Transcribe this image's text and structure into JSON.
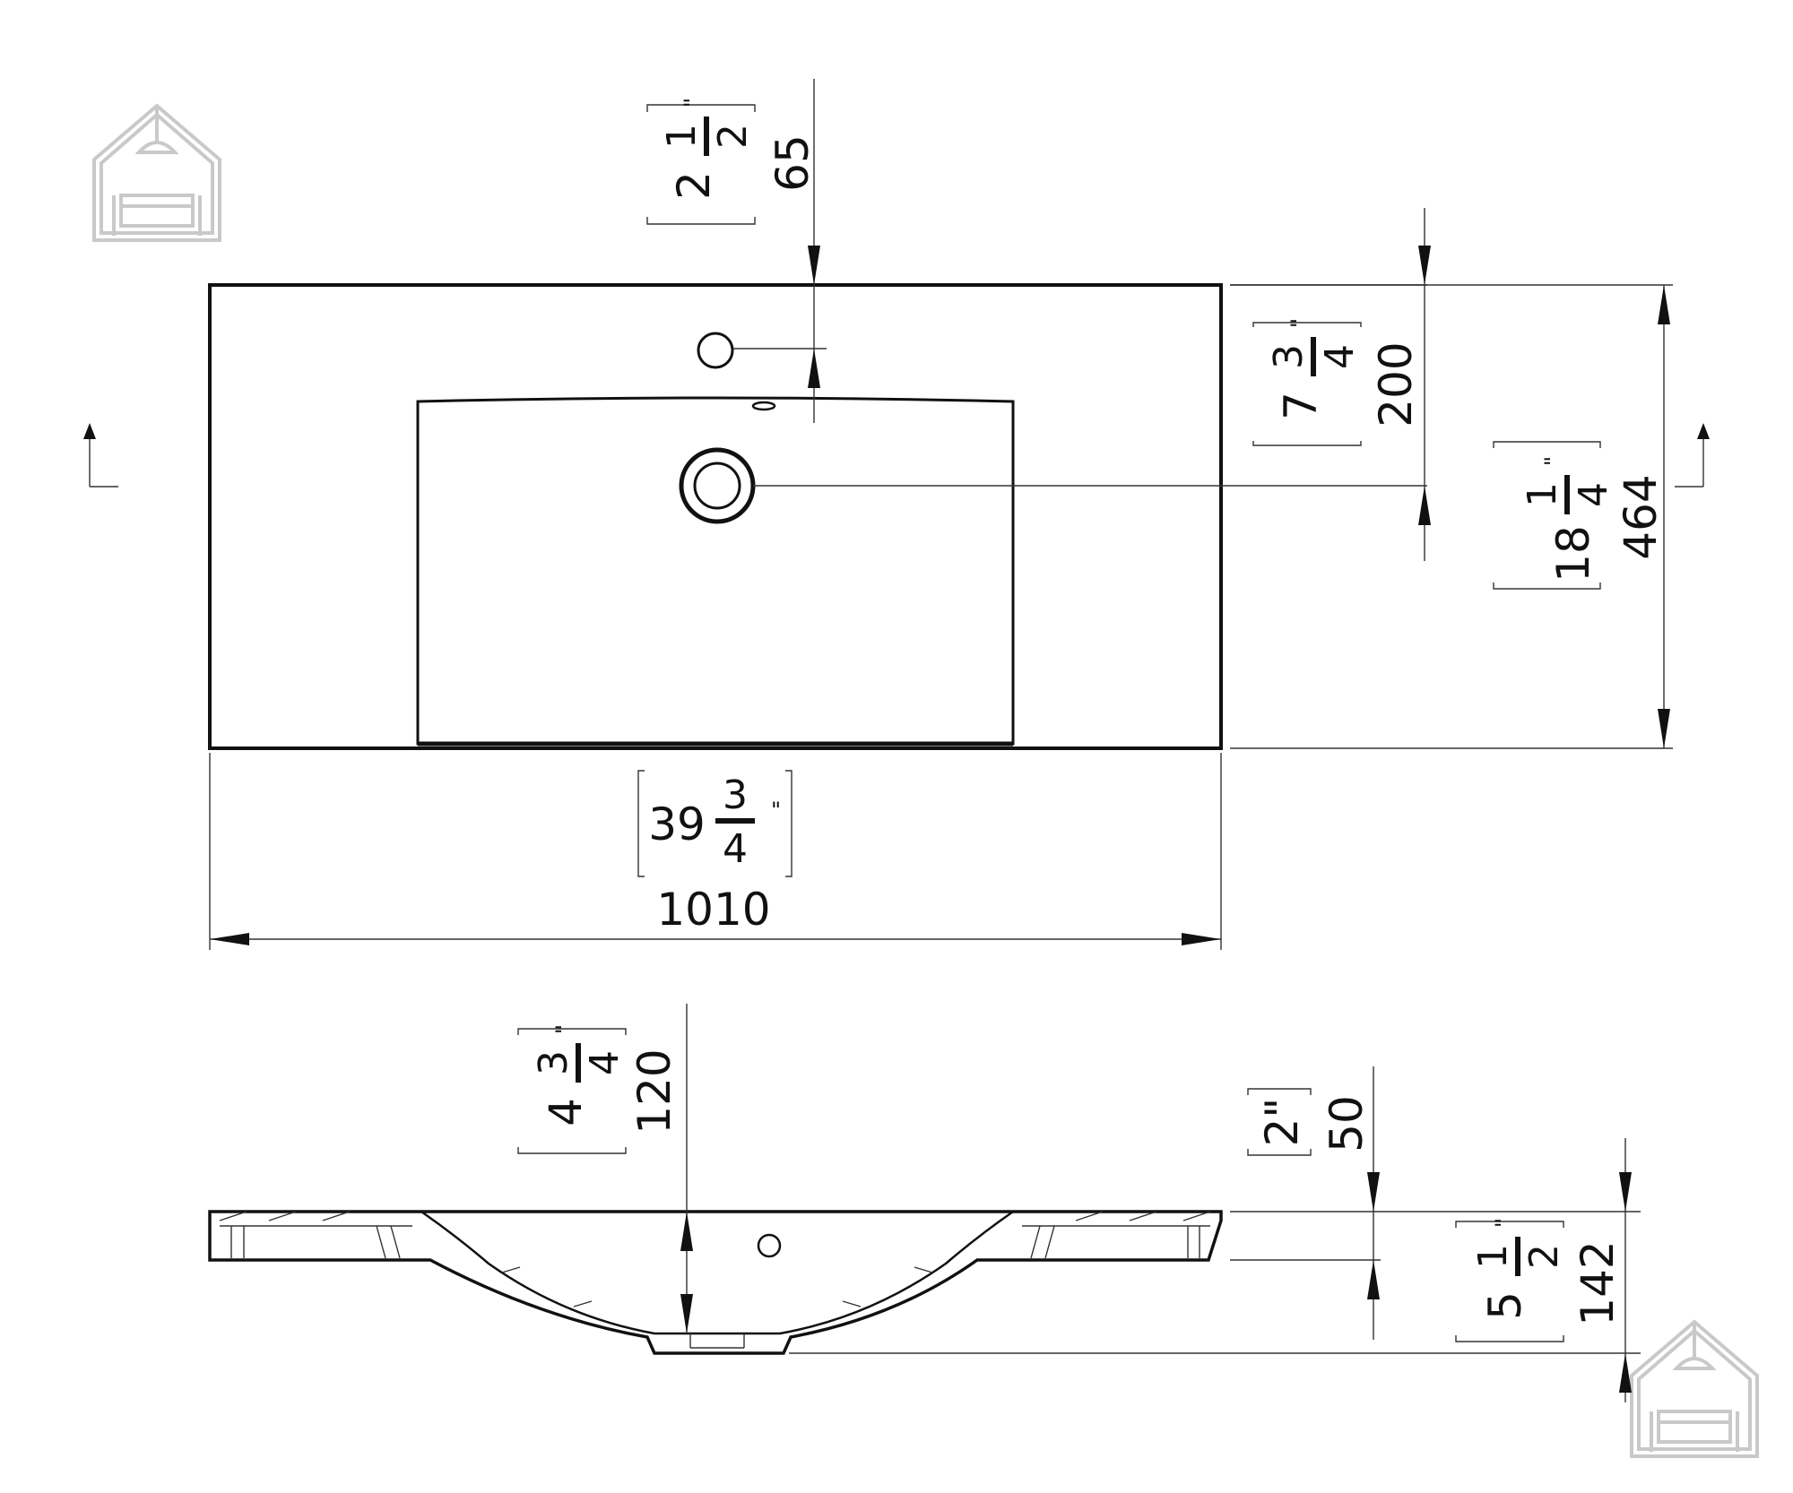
{
  "overall_width": {
    "mm": "1010",
    "in_whole": "39",
    "in_num": "3",
    "in_den": "4",
    "in_mark": "\""
  },
  "overall_depth": {
    "mm": "464",
    "in_whole": "18",
    "in_num": "1",
    "in_den": "4",
    "in_mark": "\""
  },
  "tap_hole_offset": {
    "mm": "65",
    "in_whole": "2",
    "in_num": "1",
    "in_den": "2",
    "in_mark": "\""
  },
  "drain_offset": {
    "mm": "200",
    "in_whole": "7",
    "in_num": "3",
    "in_den": "4",
    "in_mark": "\""
  },
  "bowl_depth": {
    "mm": "120",
    "in_whole": "4",
    "in_num": "3",
    "in_den": "4",
    "in_mark": "\""
  },
  "rim_thickness": {
    "mm": "50",
    "in_text": "2\""
  },
  "total_height": {
    "mm": "142",
    "in_whole": "5",
    "in_num": "1",
    "in_den": "2",
    "in_mark": "\""
  },
  "logo_color": "#c9c9c9",
  "icons": [
    "house-logo-icon",
    "section-arrow-icon"
  ]
}
